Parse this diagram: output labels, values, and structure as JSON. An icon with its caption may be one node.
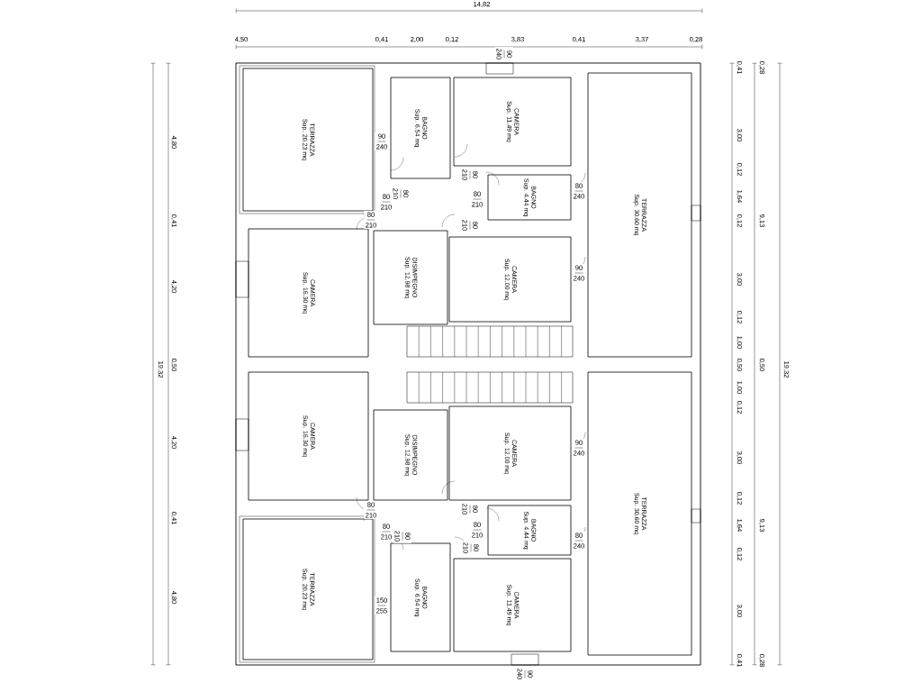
{
  "diagram": {
    "nodes": [
      {
        "text": [
          "TERRAZZA",
          "Sup. 20.23 mq"
        ]
      },
      {
        "text": [
          "BAGNO",
          "Sup. 6.54 mq"
        ]
      },
      {
        "text": [
          "CAMERA",
          "Sup. 11.49 mq"
        ]
      },
      {
        "text": [
          "BAGNO",
          "Sup. 4.44 mq"
        ]
      },
      {
        "text": [
          "TERRAZZA",
          "Sup. 30.60 mq"
        ]
      },
      {
        "text": [
          "CAMERA",
          "Sup. 16.30 mq"
        ]
      },
      {
        "text": [
          "DISIMPEGNO",
          "Sup. 12.98 mq"
        ]
      },
      {
        "text": [
          "CAMERA",
          "Sup. 12.00 mq"
        ]
      },
      {
        "text": [
          "CAMERA",
          "Sup. 16.30 mq"
        ]
      },
      {
        "text": [
          "DISIMPEGNO",
          "Sup. 12.98 mq"
        ]
      },
      {
        "text": [
          "CAMERA",
          "Sup. 12.00 mq"
        ]
      },
      {
        "text": [
          "TERRAZZA",
          "Sup. 30.60 mq"
        ]
      },
      {
        "text": [
          "BAGNO",
          "Sup. 4.44 mq"
        ]
      },
      {
        "text": [
          "TERRAZZA",
          "Sup. 20.23 mq"
        ]
      },
      {
        "text": [
          "BAGNO",
          "Sup. 6.54 mq"
        ]
      },
      {
        "text": [
          "CAMERA",
          "Sup. 11.49 mq"
        ]
      }
    ],
    "labels": [
      "14,82",
      "4,50",
      "0,41",
      "2,00",
      "0,12",
      "3,83",
      "0,41",
      "3,37",
      "0,28",
      "90",
      "240",
      "4,80",
      "0,41",
      "4,20",
      "0,50",
      "4,20",
      "0,41",
      "4,80",
      "19,32",
      "90",
      "240",
      "80",
      "210",
      "80",
      "210",
      "80",
      "210",
      "80",
      "240",
      "80",
      "210",
      "80",
      "210",
      "80",
      "210",
      "90",
      "240",
      "90",
      "240",
      "80",
      "210",
      "80",
      "210",
      "80",
      "210",
      "80",
      "240",
      "80",
      "210",
      "80",
      "210",
      "80",
      "210",
      "150",
      "255",
      "90",
      "240",
      "0,41",
      "3,00",
      "0,12",
      "1,64",
      "0,12",
      "3,00",
      "0,12",
      "1,00",
      "0,50",
      "1,00",
      "0,12",
      "3,00",
      "0,12",
      "1,64",
      "0,12",
      "3,00",
      "0,41",
      "0,28",
      "9,13",
      "0,50",
      "9,13",
      "0,28",
      "19,32"
    ]
  }
}
